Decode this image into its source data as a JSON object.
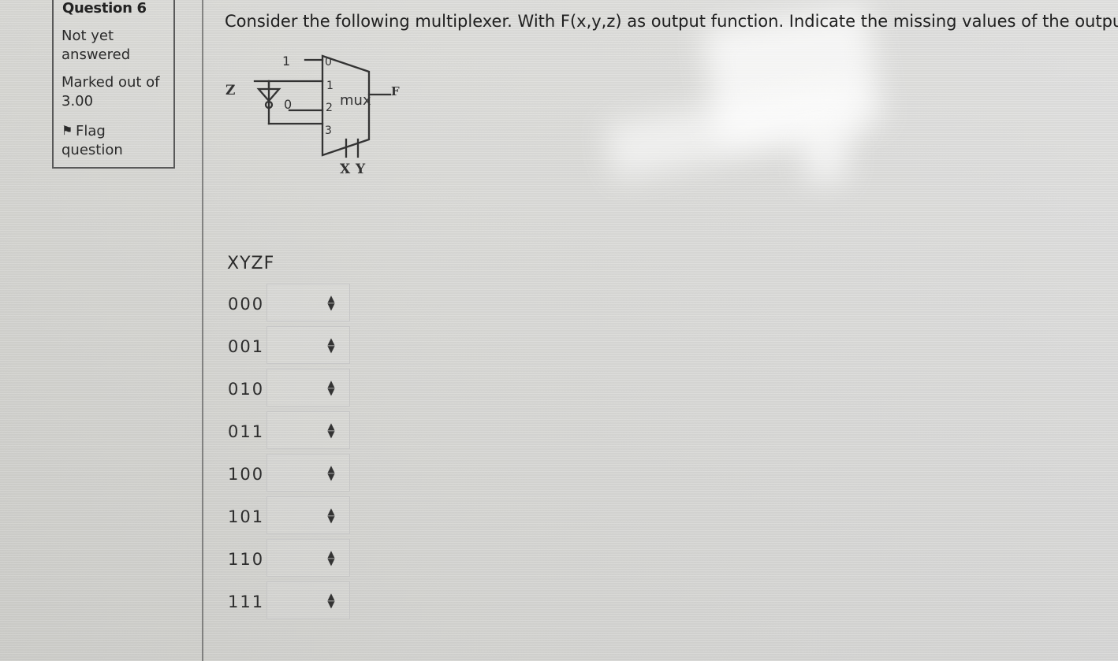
{
  "sidebar": {
    "question_title": "Question 6",
    "status": "Not yet answered",
    "marked": "Marked out of 3.00",
    "flag_label": "Flag question"
  },
  "question": {
    "prompt": "Consider the following multiplexer. With F(x,y,z) as output function. Indicate the missing values of the output."
  },
  "diagram": {
    "z_label": "Z",
    "one_label": "1",
    "zero_label": "0",
    "inputs": [
      "0",
      "1",
      "2",
      "3"
    ],
    "mux_label": "mux",
    "f_label": "F",
    "x_label": "X",
    "y_label": "Y"
  },
  "table": {
    "header": "XYZF",
    "rows": [
      {
        "label": "000"
      },
      {
        "label": "001"
      },
      {
        "label": "010"
      },
      {
        "label": "011"
      },
      {
        "label": "100"
      },
      {
        "label": "101"
      },
      {
        "label": "110"
      },
      {
        "label": "111"
      }
    ]
  },
  "icons": {
    "flag": "flag-icon",
    "dropdown": "updown-arrows-icon"
  }
}
